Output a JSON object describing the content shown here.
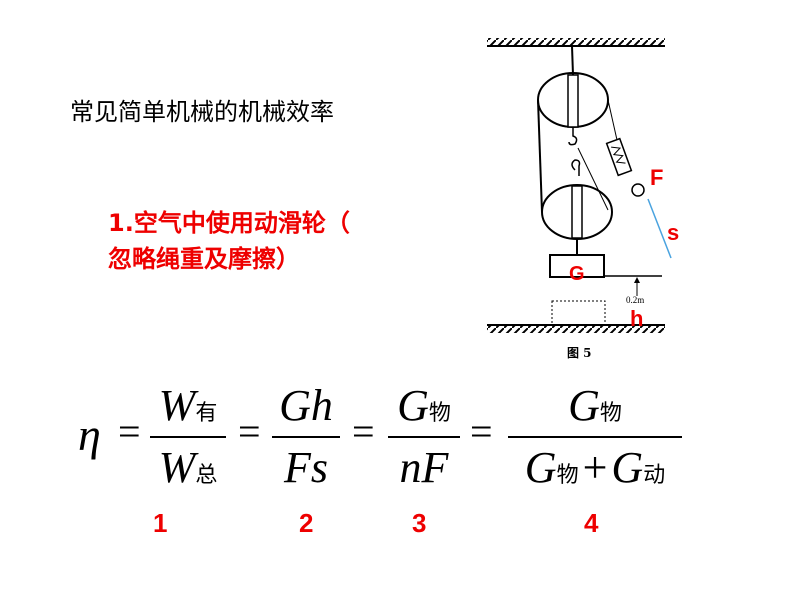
{
  "title": "常见简单机械的机械效率",
  "subtitle": {
    "line1": "1.空气中使用动滑轮（",
    "line2": "忽略绳重及摩擦）"
  },
  "diagram": {
    "labels": {
      "force": "F",
      "distance": "s",
      "weight": "G",
      "height": "h"
    },
    "height_value": "0.2m",
    "caption": "图 5"
  },
  "formula": {
    "eta": "η",
    "equals": "=",
    "f1": {
      "num_var": "W",
      "num_sub": "有",
      "den_var": "W",
      "den_sub": "总"
    },
    "f2": {
      "num": "Gh",
      "den": "Fs"
    },
    "f3": {
      "num_var": "G",
      "num_sub": "物",
      "den": "nF"
    },
    "f4": {
      "num_var": "G",
      "num_sub": "物",
      "den_var1": "G",
      "den_sub1": "物",
      "plus": "+",
      "den_var2": "G",
      "den_sub2": "动"
    }
  },
  "indices": [
    "1",
    "2",
    "3",
    "4"
  ]
}
